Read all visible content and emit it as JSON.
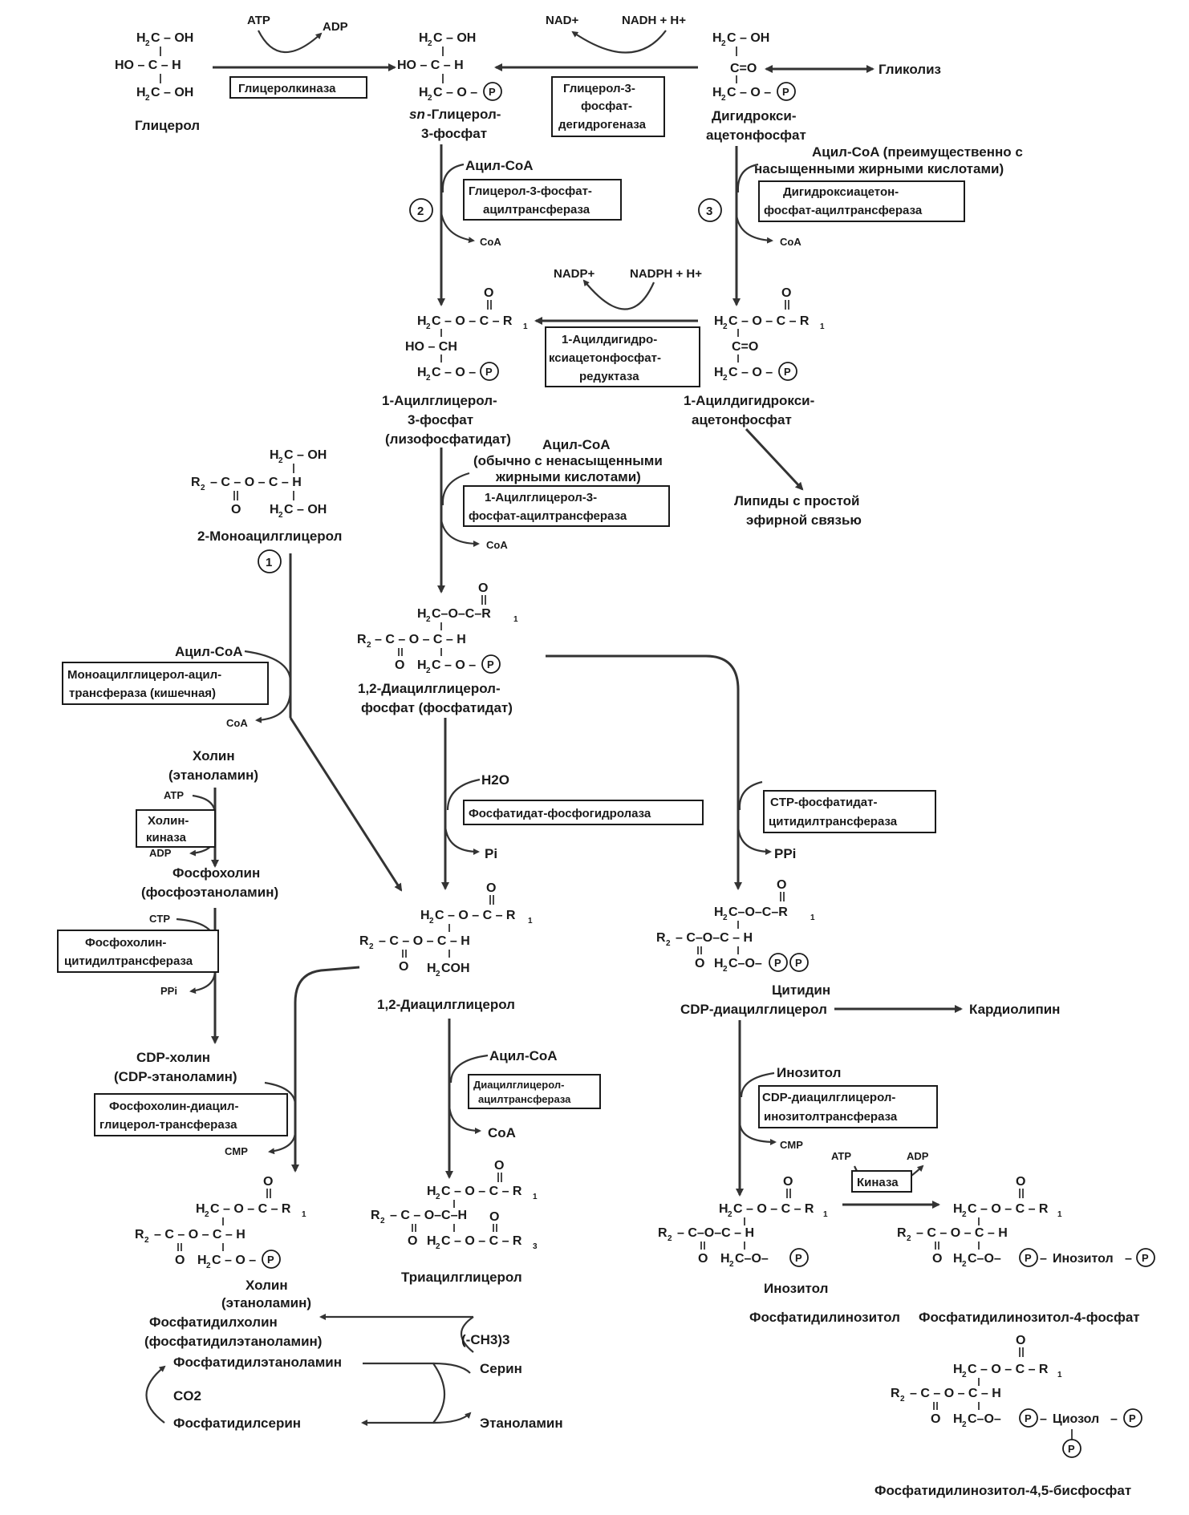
{
  "common": {
    "P": "P",
    "CoA": "CoA",
    "AcylCoA": "Ацил-CoA",
    "ATP": "ATP",
    "ADP": "ADP"
  },
  "compounds": {
    "glycerol": "Глицерол",
    "glycerol3p_1": "-Глицерол-",
    "glycerol3p_sn": "sn",
    "glycerol3p_2": "3-фосфат",
    "dhap_1": "Дигидрокси-",
    "dhap_2": "ацетонфосфат",
    "glycolysis": "Гликолиз",
    "acylg3p_1": "1-Ацилглицерол-",
    "acylg3p_2": "3-фосфат",
    "acylg3p_3": "(лизофосфатидат)",
    "acyldhap_1": "1-Ацилдигидрокси-",
    "acyldhap_2": "ацетонфосфат",
    "ether_1": "Липиды с простой",
    "ether_2": "эфирной связью",
    "monoacyl": "2-Моноацилглицерол",
    "phosphatidate_1": "1,2-Диацилглицерол-",
    "phosphatidate_2": "фосфат (фосфатидат)",
    "dag": "1,2-Диацилглицерол",
    "cdpdag_1": "Цитидин",
    "cdpdag_2": "CDP-диацилглицерол",
    "cardiolipin": "Кардиолипин",
    "choline_1": "Холин",
    "choline_2": "(этаноламин)",
    "phosphocholine_1": "Фосфохолин",
    "phosphocholine_2": "(фосфоэтаноламин)",
    "cdpcholine_1": "CDP-холин",
    "cdpcholine_2": "(CDP-этаноламин)",
    "pc_1": "Холин",
    "pc_2": "(этаноламин)",
    "pc_name_1": "Фосфатидилхолин",
    "pc_name_2": "(фосфатидилэтаноламин)",
    "pe": "Фосфатидилэтаноламин",
    "ps": "Фосфатидилсерин",
    "serine": "Серин",
    "ethanolamine": "Этаноламин",
    "methyl": "(-CH3)3",
    "co2": "CO2",
    "tag": "Триацилглицерол",
    "inositol": "Инозитол",
    "pi_inos": "Инозитол",
    "pi": "Фосфатидилинозитол",
    "pi4p": "Фосфатидилинозитол-4-фосфат",
    "pi45p": "Фосфатидилинозитол-4,5-бисфосфат",
    "pi4p_inos": "Инозитол",
    "pi45_inos": "Циозол"
  },
  "cofactors": {
    "nad": "NAD+",
    "nadh": "NADH + H+",
    "nadp": "NADP+",
    "nadph": "NADPH + H+",
    "acyl_sat_1": "Ацил-CoA (преимущественно с",
    "acyl_sat_2": "насыщенными жирными кислотами)",
    "acyl_unsat_1": "Ацил-CoA",
    "acyl_unsat_2": "(обычно с ненасыщенными",
    "acyl_unsat_3": "жирными кислотами)",
    "water": "H2O",
    "pi_out": "Pi",
    "ppi": "PPi",
    "ppi2": "PPi",
    "ctp": "CTP",
    "cmp": "CMP",
    "cmp2": "CMP"
  },
  "enzymes": {
    "glycerolkinase": "Глицеролкиназа",
    "g3pdh_1": "Глицерол-3-",
    "g3pdh_2": "фосфат-",
    "g3pdh_3": "дегидрогеназа",
    "gpat_1": "Глицерол-3-фосфат-",
    "gpat_2": "ацилтрансфераза",
    "dhapat_1": "Дигидроксиацетон-",
    "dhapat_2": "фосфат-ацилтрансфераза",
    "reductase_1": "1-Ацилдигидро-",
    "reductase_2": "ксиацетонфосфат-",
    "reductase_3": "редуктаза",
    "agpat_1": "1-Ацилглицерол-3-",
    "agpat_2": "фосфат-ацилтрансфераза",
    "mgat_1": "Моноацилглицерол-ацил-",
    "mgat_2": "трансфераза (кишечная)",
    "cholinekinase_1": "Холин-",
    "cholinekinase_2": "киназа",
    "pap": "Фосфатидат-фосфогидролаза",
    "cds_1": "CTP-фосфатидат-",
    "cds_2": "цитидилтрансфераза",
    "cct_1": "Фосфохолин-",
    "cct_2": "цитидилтрансфераза",
    "dgat_1": "Диацилглицерол-",
    "dgat_2": "ацилтрансфераза",
    "cpt_1": "Фосфохолин-диацил-",
    "cpt_2": "глицерол-трансфераза",
    "pis_1": "CDP-диацилглицерол-",
    "pis_2": "инозитолтрансфераза",
    "kinase": "Киназа"
  },
  "steps": {
    "one": "1",
    "two": "2",
    "three": "3"
  }
}
